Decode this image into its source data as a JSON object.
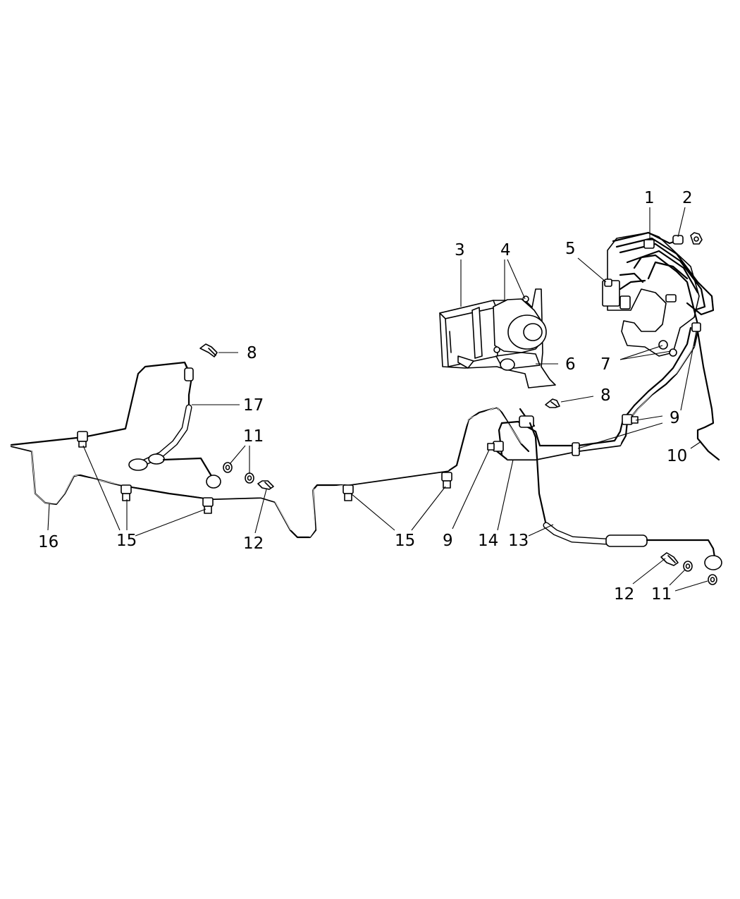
{
  "callouts": {
    "c1": "1",
    "c2": "2",
    "c3": "3",
    "c4": "4",
    "c5": "5",
    "c6": "6",
    "c7": "7",
    "c8a": "8",
    "c8b": "8",
    "c9a": "9",
    "c9b": "9",
    "c10": "10",
    "c11a": "11",
    "c11b": "11",
    "c12a": "12",
    "c12b": "12",
    "c13": "13",
    "c14": "14",
    "c15a": "15",
    "c15b": "15",
    "c16": "16",
    "c17": "17"
  }
}
